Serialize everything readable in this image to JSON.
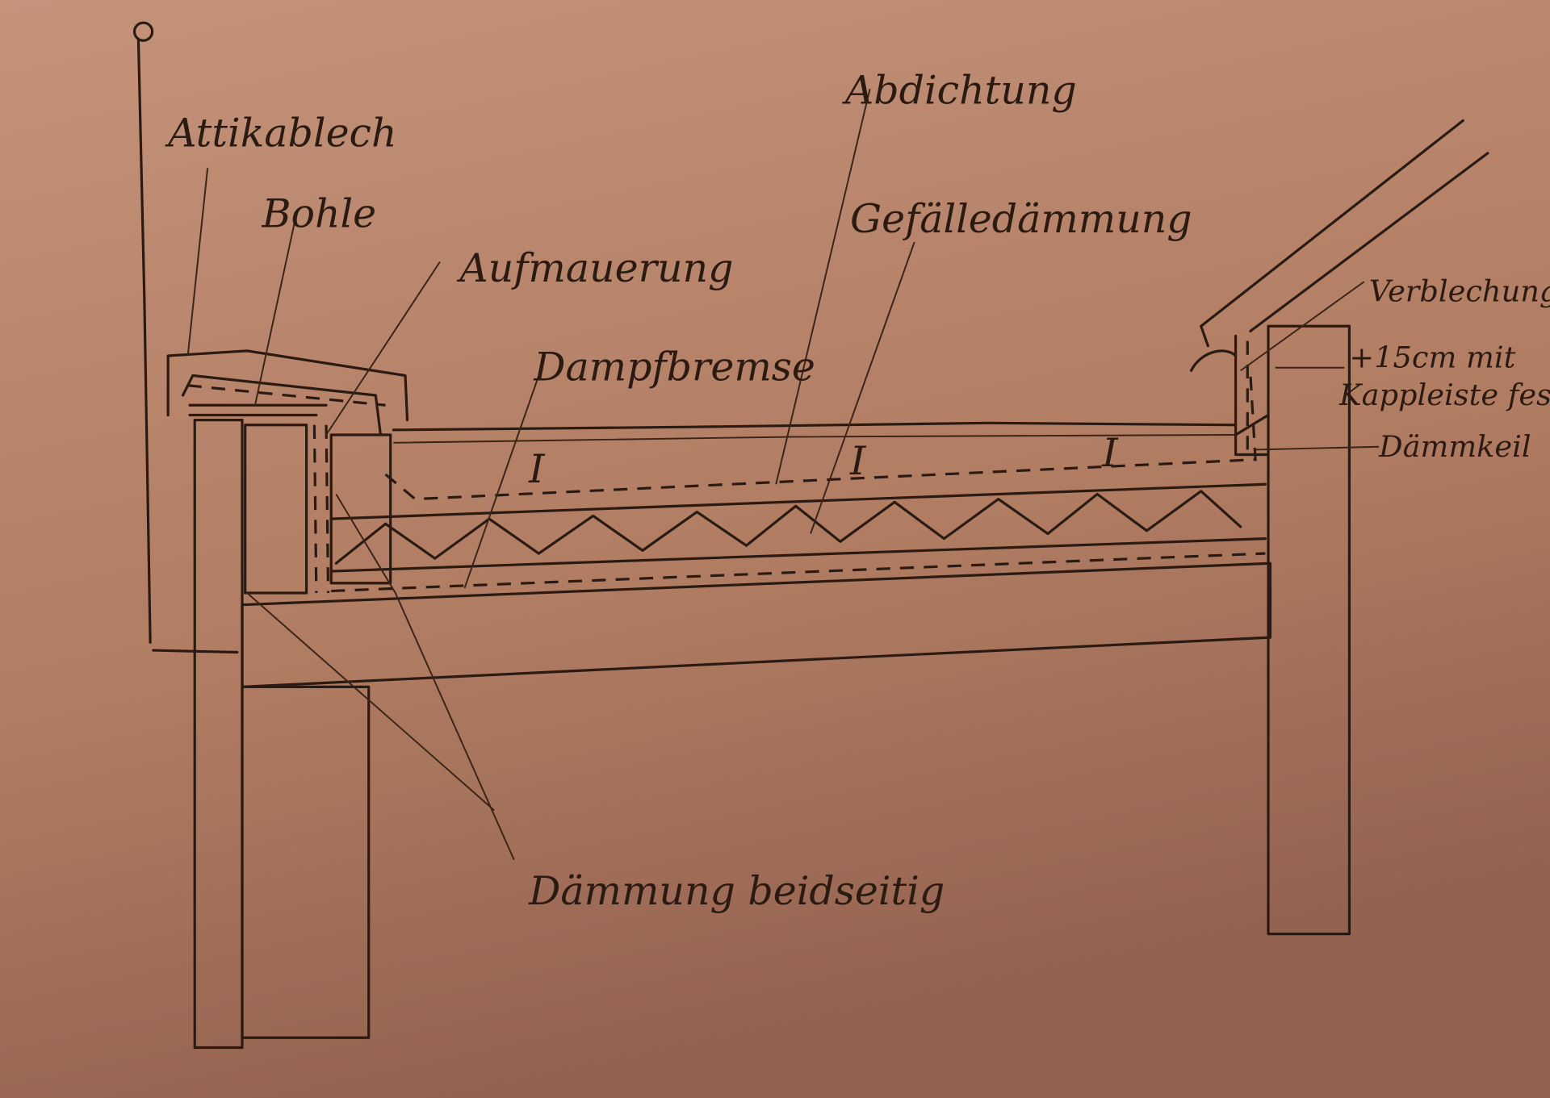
{
  "title": "Hand sketch: flat roof parapet detail (section)",
  "labels": {
    "attikablech": "Attikablech",
    "bohle": "Bohle",
    "aufmauerung": "Aufmauerung",
    "dampfbremse": "Dampfbremse",
    "abdichtung": "Abdichtung",
    "gefaelledaemmung": "Gefälledämmung",
    "verblechung": "Verblechung",
    "kappleiste_line1": "+15cm mit",
    "kappleiste_line2": "Kappleiste fest",
    "daemmkeil": "Dämmkeil",
    "daemmung_beidseitig": "Dämmung beidseitig"
  },
  "colors": {
    "paper": "#b9876a",
    "ink": "#2b1a12"
  }
}
